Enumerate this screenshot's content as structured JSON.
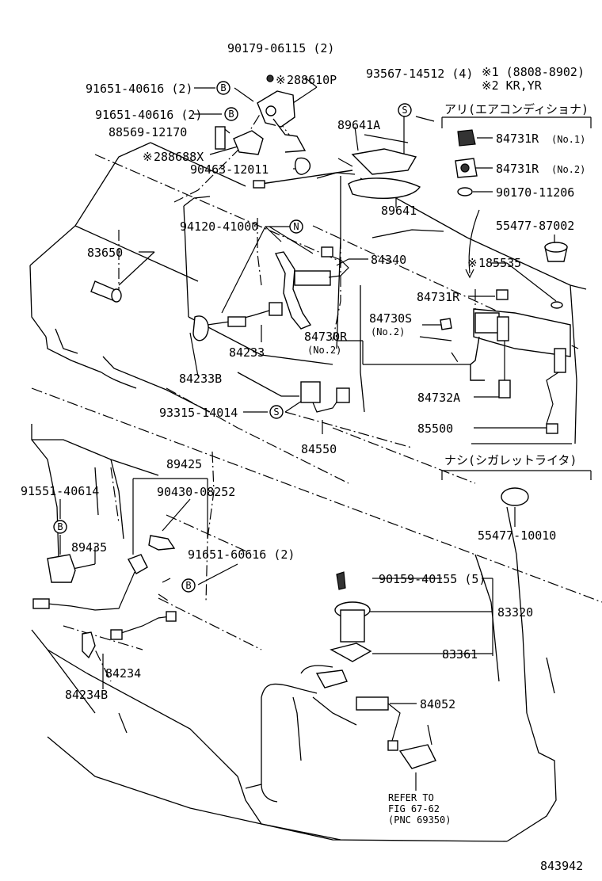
{
  "labels": {
    "p90179": "90179-06115 (2)",
    "p91651_a": "91651-40616 (2)",
    "p288610p": "288610P",
    "p91651_b": "91651-40616 (2)",
    "p88569": "88569-12170",
    "p288688x": "288688X",
    "p90463": "90463-12011",
    "p89641a": "89641A",
    "p89641": "89641",
    "p93567": "93567-14512 (4)",
    "note1": "※1 (8808-8902)",
    "note2": "※2 KR,YR",
    "ari": "アリ(エアコンディショナ)",
    "p84731r_1": "84731R",
    "p84731r_1_sub": "(No.1)",
    "p84731r_2": "84731R",
    "p84731r_2_sub": "(No.2)",
    "p90170": "90170-11206",
    "p55477_87002": "55477-87002",
    "p185535": "185535",
    "p94120": "94120-41000",
    "p83650": "83650",
    "p84340": "84340",
    "p84731r": "84731R",
    "p84730s": "84730S",
    "p84730s_sub": "(No.2)",
    "p84730r": "84730R",
    "p84730r_sub": "(No.2)",
    "p84233": "84233",
    "p84233b": "84233B",
    "p84732a": "84732A",
    "p85500": "85500",
    "p93315": "93315-14014",
    "p84550": "84550",
    "nashi": "ナシ(シガレットライタ)",
    "p89425": "89425",
    "p90430": "90430-08252",
    "p91551": "91551-40614",
    "p55477_10010": "55477-10010",
    "p89435": "89435",
    "p91651_c": "91651-60616 (2)",
    "p90159": "90159-40155 (5)",
    "p83320": "83320",
    "p83361": "83361",
    "p84234": "84234",
    "p84234b": "84234B",
    "p84052": "84052",
    "refer1": "REFER TO",
    "refer2": "FIG 67-62",
    "refer3": "(PNC 69350)",
    "figno": "843942"
  },
  "markers": {
    "b": "B",
    "s": "S",
    "n": "N",
    "star": "※"
  }
}
